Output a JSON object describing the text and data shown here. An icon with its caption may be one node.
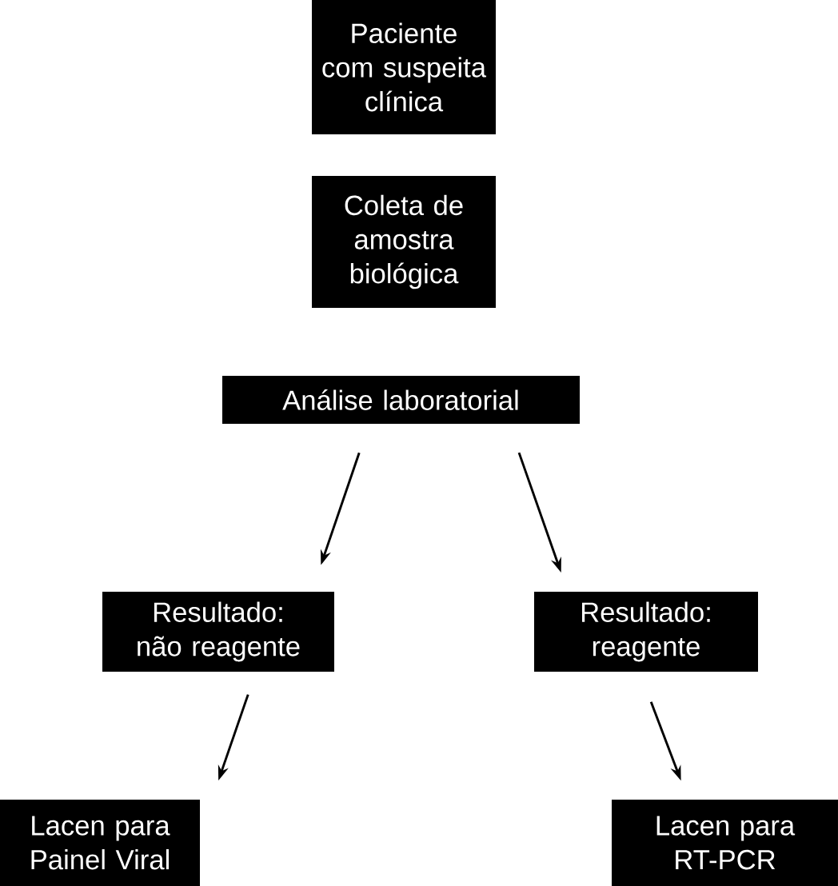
{
  "diagram": {
    "nodes": [
      {
        "text": [
          "Paciente com suspeita clínica"
        ]
      },
      {
        "text": [
          "Coleta de amostra biológica"
        ]
      },
      {
        "text": [
          "Análise laboratorial"
        ]
      },
      {
        "text": [
          "Resultado: não reagente"
        ]
      },
      {
        "text": [
          "Resultado: reagente"
        ]
      },
      {
        "text": [
          "Lacen para Painel Viral"
        ]
      },
      {
        "text": [
          "Lacen para RT-PCR"
        ]
      }
    ],
    "edges": [
      {
        "from": 2,
        "to": 3,
        "arrow": "to"
      },
      {
        "from": 2,
        "to": 4,
        "arrow": "to"
      },
      {
        "from": 3,
        "to": 5,
        "arrow": "to"
      },
      {
        "from": 4,
        "to": 6,
        "arrow": "to"
      }
    ]
  }
}
